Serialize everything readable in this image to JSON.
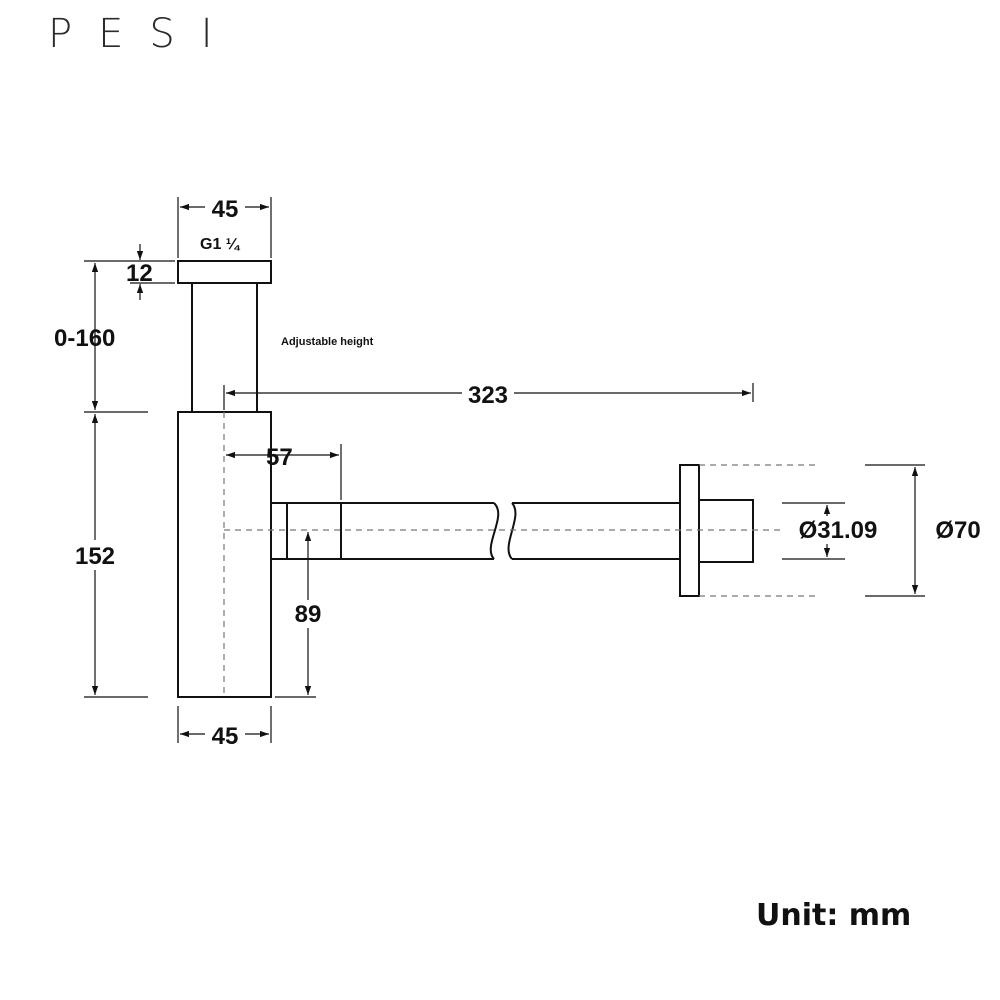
{
  "brand": {
    "logo_text": "PESI"
  },
  "footer": {
    "unit_label": "Unit: mm"
  },
  "drawing": {
    "thread_label": "G1 ¼",
    "adjustable_label": "Adjustable height",
    "dims": {
      "top_width": "45",
      "cap_height": "12",
      "adjust_range": "0-160",
      "horizontal_length": "323",
      "inlet_offset": "57",
      "body_height": "152",
      "outlet_height": "89",
      "bottom_width": "45",
      "pipe_diameter": "Ø31.09",
      "flange_diameter": "Ø70"
    },
    "colors": {
      "line": "#111111",
      "hidden": "#777777"
    }
  }
}
